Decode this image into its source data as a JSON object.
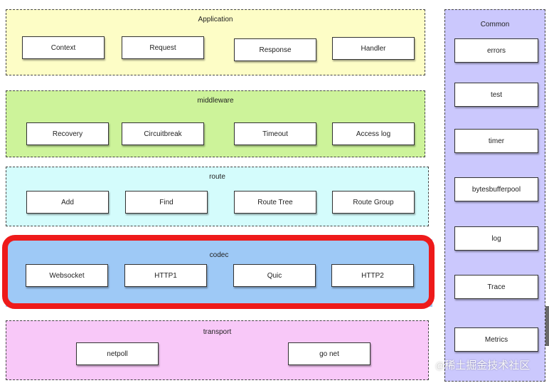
{
  "layers": {
    "application": {
      "title": "Application",
      "items": [
        "Context",
        "Request",
        "Response",
        "Handler"
      ]
    },
    "middleware": {
      "title": "middleware",
      "items": [
        "Recovery",
        "Circuitbreak",
        "Timeout",
        "Access log"
      ]
    },
    "route": {
      "title": "route",
      "items": [
        "Add",
        "Find",
        "Route Tree",
        "Route Group"
      ]
    },
    "codec": {
      "title": "codec",
      "items": [
        "Websocket",
        "HTTP1",
        "Quic",
        "HTTP2"
      ],
      "highlighted": true
    },
    "transport": {
      "title": "transport",
      "items": [
        "netpoll",
        "go net"
      ]
    },
    "common": {
      "title": "Common",
      "items": [
        "errors",
        "test",
        "timer",
        "bytesbufferpool",
        "log",
        "Trace",
        "Metrics"
      ]
    }
  },
  "colors": {
    "application_bg": "#fdfdc6",
    "middleware_bg": "#cdf39a",
    "route_bg": "#d4fcfc",
    "codec_bg": "#9ec9f6",
    "transport_bg": "#f8c8f8",
    "common_bg": "#cbc8fd",
    "highlight": "#ee1a1a"
  },
  "watermark": {
    "at": "@",
    "text": "稀土掘金技术社区"
  }
}
